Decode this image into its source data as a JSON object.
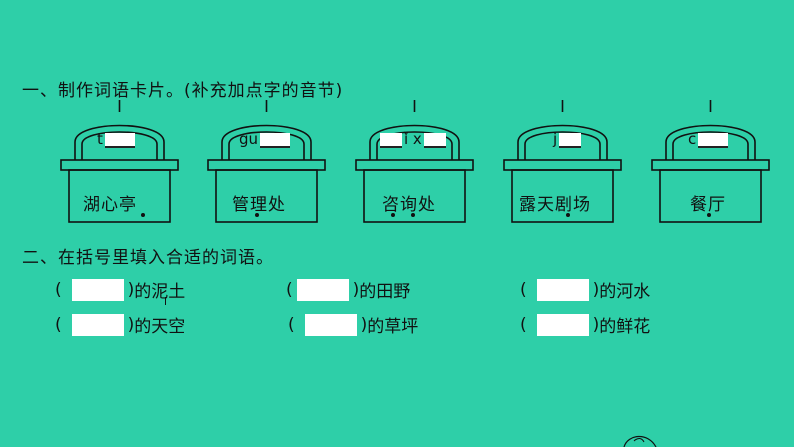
{
  "question1": {
    "title": "一、制作词语卡片。(补充加点字的音节)",
    "cards": [
      {
        "pinyin_prefix": "t",
        "pinyin_mid": "",
        "word": "湖心亭"
      },
      {
        "pinyin_prefix": "gu",
        "pinyin_mid": "",
        "word": "管理处"
      },
      {
        "pinyin_prefix": "",
        "pinyin_mid": "ǐ x",
        "word": "咨询处"
      },
      {
        "pinyin_prefix": "j",
        "pinyin_mid": "",
        "word": "露天剧场"
      },
      {
        "pinyin_prefix": "c",
        "pinyin_mid": "",
        "word": "餐厅"
      }
    ]
  },
  "question2": {
    "title": "二、在括号里填入合适的词语。",
    "items": [
      {
        "open": "(",
        "close": ")",
        "text": "的泥土"
      },
      {
        "open": "(",
        "close": ")",
        "text": "的田野"
      },
      {
        "open": "(",
        "close": ")",
        "text": "的河水"
      },
      {
        "open": "(",
        "close": ")",
        "text": "的天空"
      },
      {
        "open": "(",
        "close": ")",
        "text": "的草坪"
      },
      {
        "open": "(",
        "close": ")",
        "text": "的鲜花"
      }
    ]
  },
  "colors": {
    "background": "#2ecfa8",
    "ink": "#111111",
    "blank": "#ffffff"
  }
}
